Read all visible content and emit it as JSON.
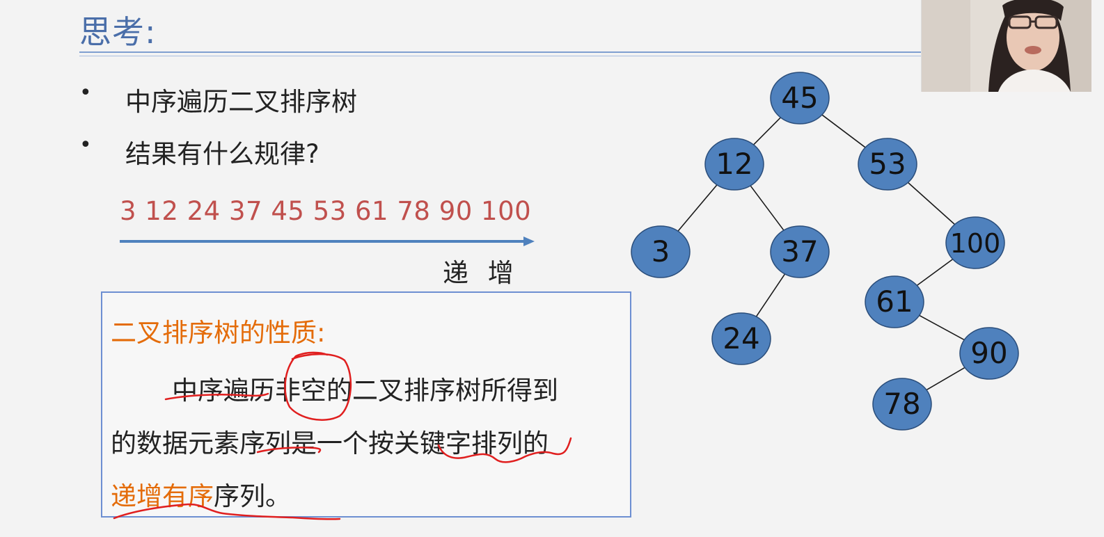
{
  "title": "思考:",
  "bullets": [
    "中序遍历二叉排序树",
    "结果有什么规律?"
  ],
  "inorder_sequence": "3 12 24 37 45 53 61 78 90 100",
  "increasing_label": "递 增",
  "property": {
    "title": "二叉排序树的性质:",
    "line1": "中序遍历非空的二叉排序树所得到",
    "line2": "的数据元素序列是一个按关键字排列的",
    "line3_highlight": "递增有序",
    "line3_rest": "序列。"
  },
  "tree": {
    "nodes": [
      {
        "id": "45",
        "label": "45"
      },
      {
        "id": "12",
        "label": "12"
      },
      {
        "id": "53",
        "label": "53"
      },
      {
        "id": "3",
        "label": "3"
      },
      {
        "id": "37",
        "label": "37"
      },
      {
        "id": "100",
        "label": "100"
      },
      {
        "id": "24",
        "label": "24"
      },
      {
        "id": "61",
        "label": "61"
      },
      {
        "id": "90",
        "label": "90"
      },
      {
        "id": "78",
        "label": "78"
      }
    ],
    "edges": [
      [
        "45",
        "12"
      ],
      [
        "45",
        "53"
      ],
      [
        "12",
        "3"
      ],
      [
        "12",
        "37"
      ],
      [
        "37",
        "24"
      ],
      [
        "53",
        "100"
      ],
      [
        "100",
        "61"
      ],
      [
        "61",
        "90"
      ],
      [
        "90",
        "78"
      ]
    ]
  },
  "colors": {
    "node_fill": "#4f81bd",
    "node_stroke": "#2a4d7a",
    "title_blue": "#4a6ea9",
    "sequence_red": "#c0504d",
    "highlight_orange": "#e46c0a",
    "annotation_red": "#e01f1f"
  }
}
